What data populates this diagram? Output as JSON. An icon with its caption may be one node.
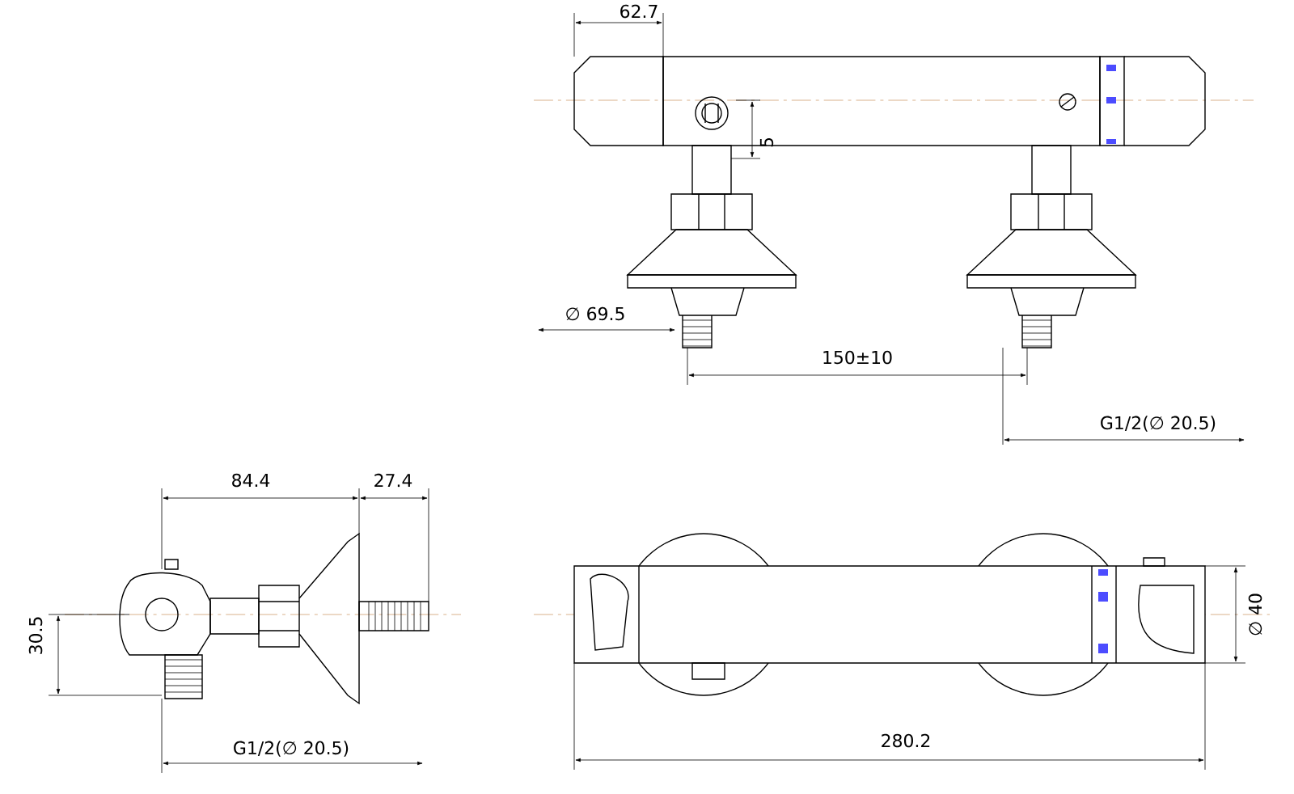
{
  "diagram": {
    "labels": [
      "62.7",
      "5",
      "∅ 69.5",
      "150±10",
      "G1/2(∅ 20.5)",
      "84.4",
      "27.4",
      "∅ 40",
      "30.5",
      "280.2",
      "G1/2(∅ 20.5)"
    ]
  }
}
